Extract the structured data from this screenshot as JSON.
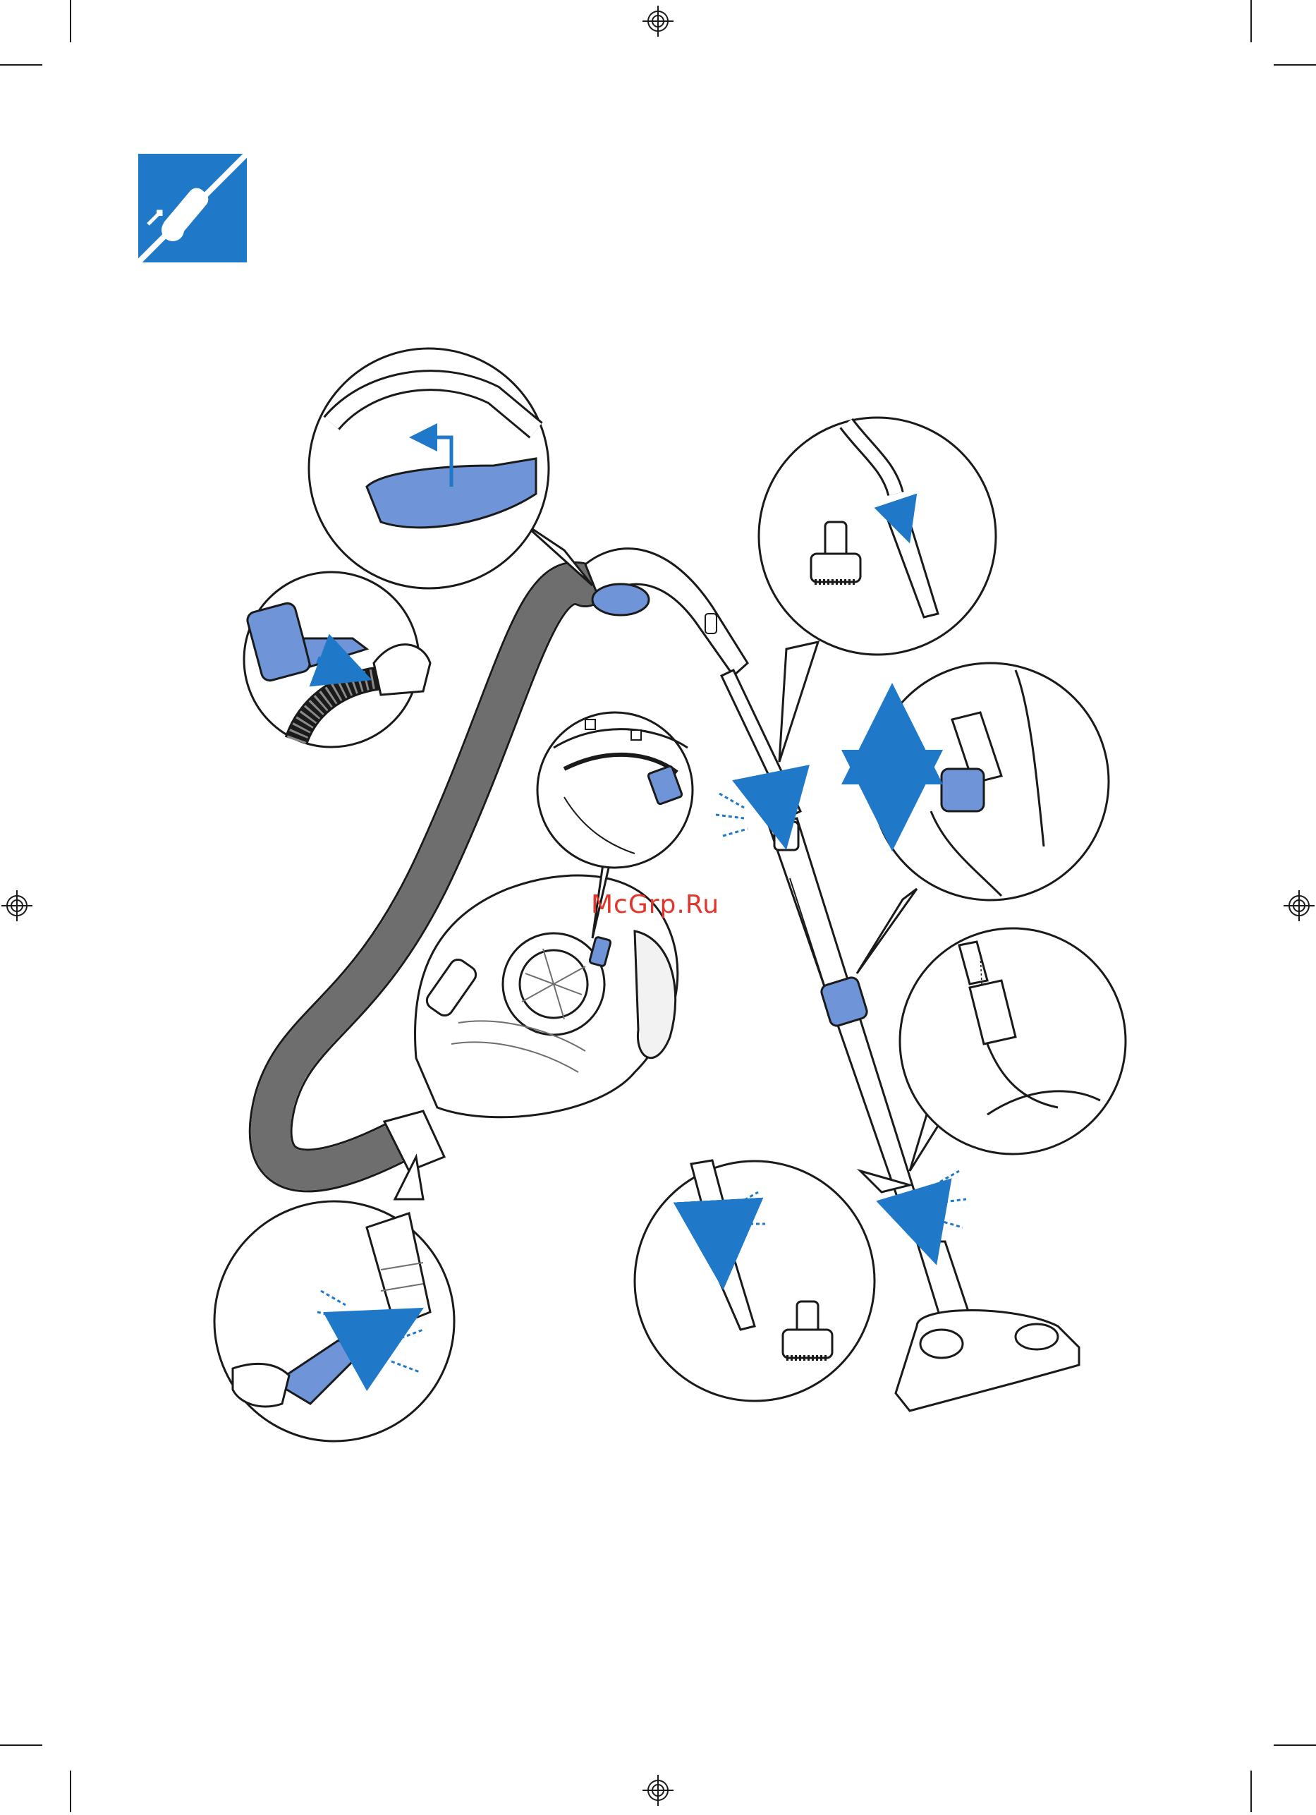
{
  "page": {
    "watermark": "McGrp.Ru",
    "section_icon": "assembly-hose-icon",
    "accent_color": "#1f78c8",
    "line_color": "#1a1a1a"
  },
  "illustrations": [
    {
      "id": "hose-holder-clip",
      "icon": "hose-clip-icon"
    },
    {
      "id": "brush-nozzle-on-hose",
      "icon": "brush-nozzle-icon"
    },
    {
      "id": "dust-container-indicator",
      "icon": "indicator-icon"
    },
    {
      "id": "tube-accessory-attach",
      "icon": "accessory-icon"
    },
    {
      "id": "telescopic-tube-adjust",
      "icon": "telescopic-icon"
    },
    {
      "id": "floor-nozzle-attach",
      "icon": "floor-nozzle-icon"
    },
    {
      "id": "crevice-tool-and-brush",
      "icon": "crevice-tool-icon"
    },
    {
      "id": "hose-connect-to-body",
      "icon": "hose-connect-icon"
    }
  ]
}
